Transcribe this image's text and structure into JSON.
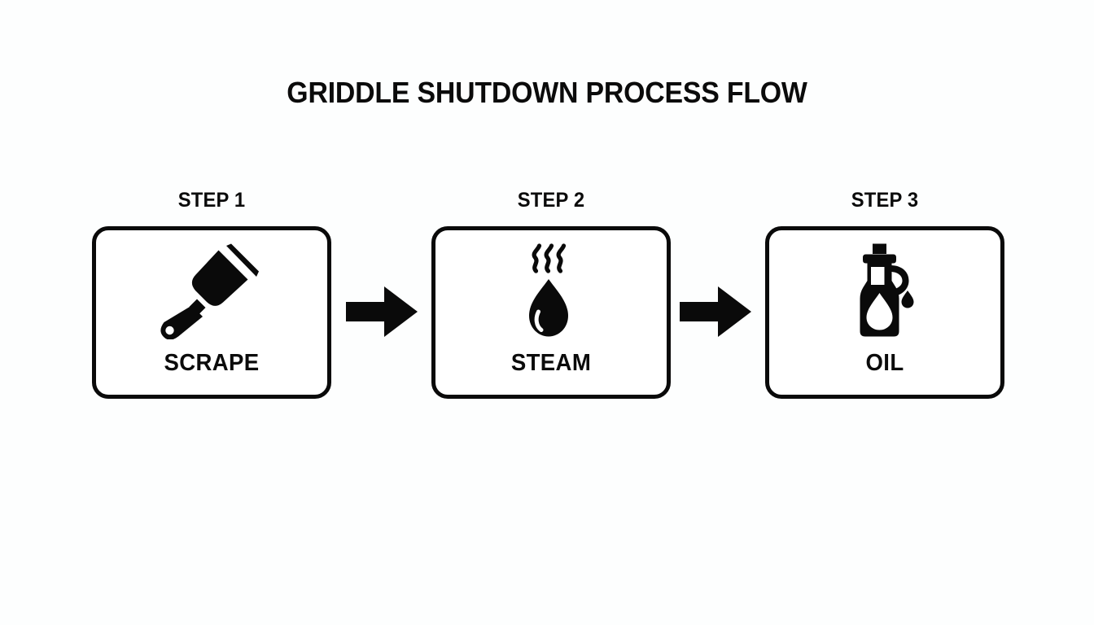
{
  "page": {
    "title": "GRIDDLE SHUTDOWN PROCESS FLOW",
    "background_color": "#fdfefe",
    "ink_color": "#0a0a0a"
  },
  "chart_data": {
    "type": "diagram",
    "diagram_kind": "linear process flow",
    "title": "GRIDDLE SHUTDOWN PROCESS FLOW",
    "orientation": "horizontal",
    "step_count": 3,
    "connector": "solid-black-block-arrow",
    "steps": [
      {
        "heading": "STEP 1",
        "label": "SCRAPE",
        "icon": "scraper-icon"
      },
      {
        "heading": "STEP 2",
        "label": "STEAM",
        "icon": "steam-droplet-icon"
      },
      {
        "heading": "STEP 3",
        "label": "OIL",
        "icon": "oil-bottle-icon"
      }
    ],
    "connectors": [
      {
        "from": "STEP 1",
        "to": "STEP 2",
        "icon": "arrow-right-icon"
      },
      {
        "from": "STEP 2",
        "to": "STEP 3",
        "icon": "arrow-right-icon"
      }
    ]
  }
}
